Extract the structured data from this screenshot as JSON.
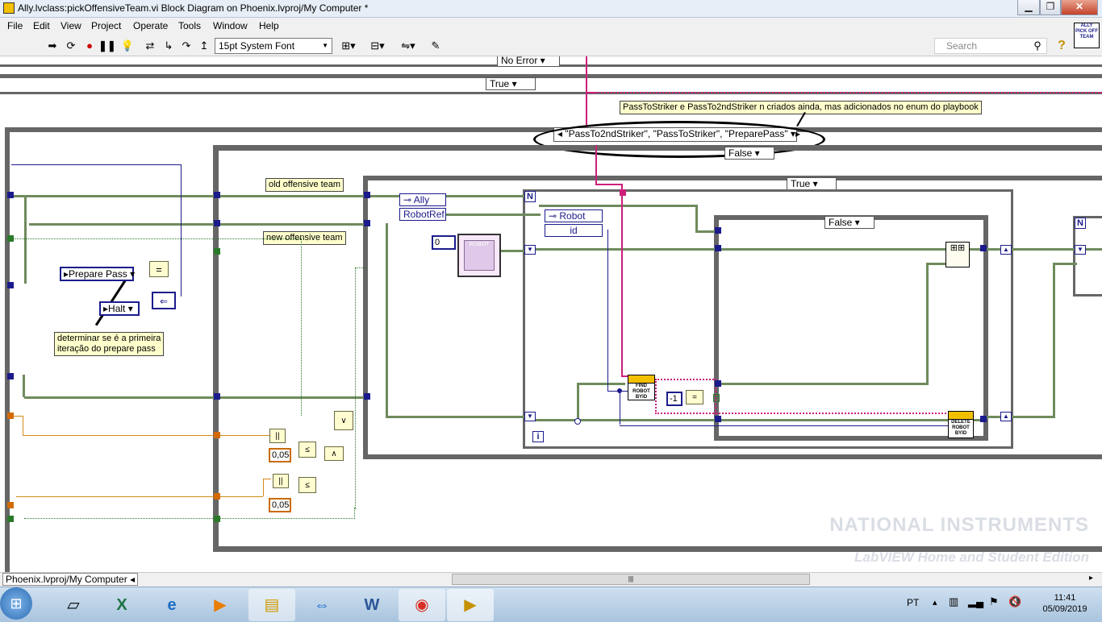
{
  "window": {
    "title": "Ally.lvclass:pickOffensiveTeam.vi Block Diagram on Phoenix.lvproj/My Computer *",
    "minimize": "▁",
    "maximize": "❐",
    "close": "✕"
  },
  "menu": [
    "File",
    "Edit",
    "View",
    "Project",
    "Operate",
    "Tools",
    "Window",
    "Help"
  ],
  "toolbar": {
    "font": "15pt System Font",
    "search_placeholder": "Search",
    "help": "?",
    "vi_icon_text": "ALLY PICK OFF TEAM"
  },
  "icons": {
    "run": "run-arrow-icon",
    "run_continuous": "run-continuously-icon",
    "abort": "abort-icon",
    "pause": "pause-icon",
    "highlight": "highlight-execution-icon",
    "retain_wire": "retain-wire-values-icon",
    "step_into": "step-into-icon",
    "step_over": "step-over-icon",
    "step_out": "step-out-icon",
    "align": "align-objects-icon",
    "distribute": "distribute-objects-icon",
    "reorder": "reorder-icon",
    "cleanup": "cleanup-diagram-icon",
    "search": "search-icon"
  },
  "diagram": {
    "selector_no_error": "No Error",
    "selector_true_top": "True",
    "selector_cases": "\"PassTo2ndStriker\", \"PassToStriker\", \"PreparePass\"",
    "selector_false_mid": "False",
    "selector_true_inner": "True",
    "selector_false_inner": "False",
    "note_criados": "PassToStriker e PassTo2ndStriker n criados ainda, mas adicionados no enum do playbook",
    "note_old_team": "old offensive team",
    "note_new_team": "new offensive team",
    "note_primeira_line1": "determinar se é a primeira",
    "note_primeira_line2": "iteração do prepare pass",
    "enum_prepare_pass": "Prepare Pass",
    "enum_halt": "Halt",
    "unbundle_ally": "Ally",
    "unbundle_robotref": "RobotRef",
    "unbundle_robot": "Robot",
    "unbundle_id": "id",
    "const_zero": "0",
    "const_neg1": "-1",
    "const_005_a": "0,05",
    "const_005_b": "0,05",
    "for_n_left": "N",
    "for_n_right": "N",
    "for_i": "i",
    "subvi_find": "FIND ROBOT BYID",
    "subvi_delete": "DELETE ROBOT BYID",
    "robot_icon": "ROBOT"
  },
  "status": {
    "context": "Phoenix.lvproj/My Computer"
  },
  "watermark": {
    "brand": "NATIONAL INSTRUMENTS",
    "edition": "LabVIEW Home and Student Edition"
  },
  "taskbar": {
    "lang": "PT",
    "time": "11:41",
    "date": "05/09/2019"
  },
  "colors": {
    "cluster_wire": "#6f8b5d",
    "refnum_wire": "#1b1b8c",
    "string_wire": "#cc1f7a",
    "numeric_wire": "#d18b17"
  }
}
